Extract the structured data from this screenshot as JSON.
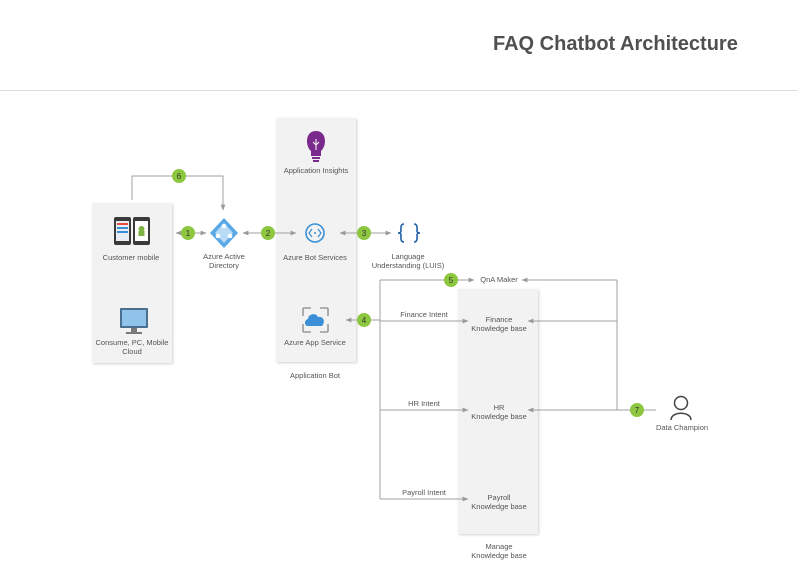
{
  "title": "FAQ Chatbot Architecture",
  "nodes": {
    "customer_mobile": "Customer mobile",
    "consumer_pc_line1": "Consume, PC, Mobile",
    "consumer_pc_line2": "Cloud",
    "azure_ad_line1": "Azure Active",
    "azure_ad_line2": "Directory",
    "app_insights": "Application Insights",
    "bot_services": "Azure Bot Services",
    "app_service": "Azure App Service",
    "application_bot": "Application Bot",
    "luis_line1": "Language",
    "luis_line2": "Understanding (LUIS)",
    "qna_maker": "QnA Maker",
    "finance_kb_line1": "Finance",
    "finance_kb_line2": "Knowledge base",
    "hr_kb_line1": "HR",
    "hr_kb_line2": "Knowledge base",
    "payroll_kb_line1": "Payroll",
    "payroll_kb_line2": "Knowledge base",
    "manage_kb_line1": "Manage",
    "manage_kb_line2": "Knowledge base",
    "data_champion": "Data Champion"
  },
  "edges": {
    "finance_intent": "Finance Intent",
    "hr_intent": "HR Intent",
    "payroll_intent": "Payroll Intent"
  },
  "steps": [
    "1",
    "2",
    "3",
    "4",
    "5",
    "6",
    "7"
  ],
  "colors": {
    "step_badge": "#8dc63f",
    "panel": "#f2f2f2",
    "connector": "#a0a0a0",
    "luis_brace": "#1f5fa6",
    "insights": "#7a2a8c",
    "azure_blue": "#3b8fd6"
  }
}
